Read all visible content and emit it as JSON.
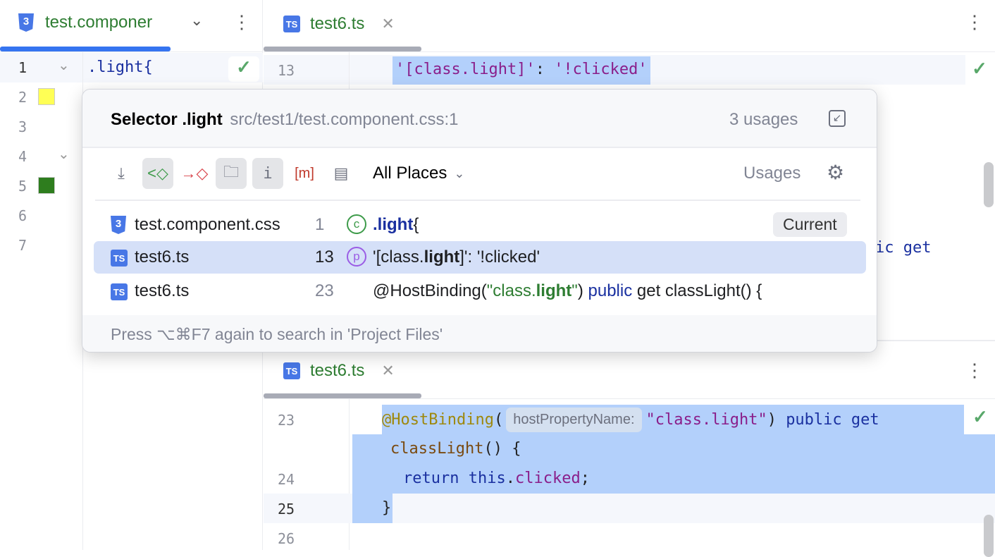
{
  "left_pane": {
    "tab_label": "test.componer",
    "icon": "css-file-icon",
    "lines": [
      "1",
      "2",
      "3",
      "4",
      "5",
      "6",
      "7"
    ],
    "code_line1": ".light{",
    "color_swatches": [
      "#ffff55",
      "#2e7d1e"
    ]
  },
  "right_top_pane": {
    "tab_label": "test6.ts",
    "icon": "ts-file-icon",
    "line_number": "13",
    "code": {
      "str1": "'[class.light]'",
      "sep": ": ",
      "str2": "'!clicked'"
    },
    "behind_popup_fragment": "ic get"
  },
  "right_bottom_pane": {
    "tab_label": "test6.ts",
    "lines": [
      "23",
      "",
      "24",
      "25",
      "26"
    ],
    "code": {
      "decorator": "@HostBinding",
      "paren_open": "(",
      "hint": "hostPropertyName:",
      "string": "\"class.light\"",
      "paren_close": ")",
      "kw_public": "public",
      "kw_get": "get",
      "method": "classLight",
      "method_rest": "() {",
      "kw_return": "return",
      "kw_this": "this",
      "dot": ".",
      "field": "clicked",
      "semi": ";",
      "brace": "}"
    }
  },
  "popup": {
    "title_bold": "Selector .light",
    "title_path": "src/test1/test.component.css:1",
    "usage_count": "3 usages",
    "toolbar": {
      "scope": "All Places",
      "right_label": "Usages",
      "buttons": [
        "merge-icon",
        "show-read-access-icon",
        "show-write-access-icon",
        "group-by-directory-icon",
        "info-icon",
        "module-icon",
        "preview-icon"
      ]
    },
    "results": [
      {
        "file": "test.component.css",
        "icon": "css-file-icon",
        "line": "1",
        "kind": "C",
        "code_pre": "",
        "match": ".light",
        "code_post": "{",
        "badge": "Current",
        "selected": false
      },
      {
        "file": "test6.ts",
        "icon": "ts-file-icon",
        "line": "13",
        "kind": "p",
        "code_pre": "'[class.",
        "match": "light",
        "code_post": "]': '!clicked'",
        "selected": true
      },
      {
        "file": "test6.ts",
        "icon": "ts-file-icon",
        "line": "23",
        "kind": "",
        "code_pre": "@HostBinding(\"class.",
        "match": "light",
        "code_post": "\")",
        "kw": "public",
        "code_tail": "get classLight() {",
        "selected": false
      }
    ],
    "footer": "Press ⌥⌘F7 again to search in 'Project Files'"
  },
  "colors": {
    "accent": "#3574f0",
    "selection": "#b3d0fb",
    "popup_selection": "#d5e0f8",
    "tab_text": "#2e7d32"
  }
}
